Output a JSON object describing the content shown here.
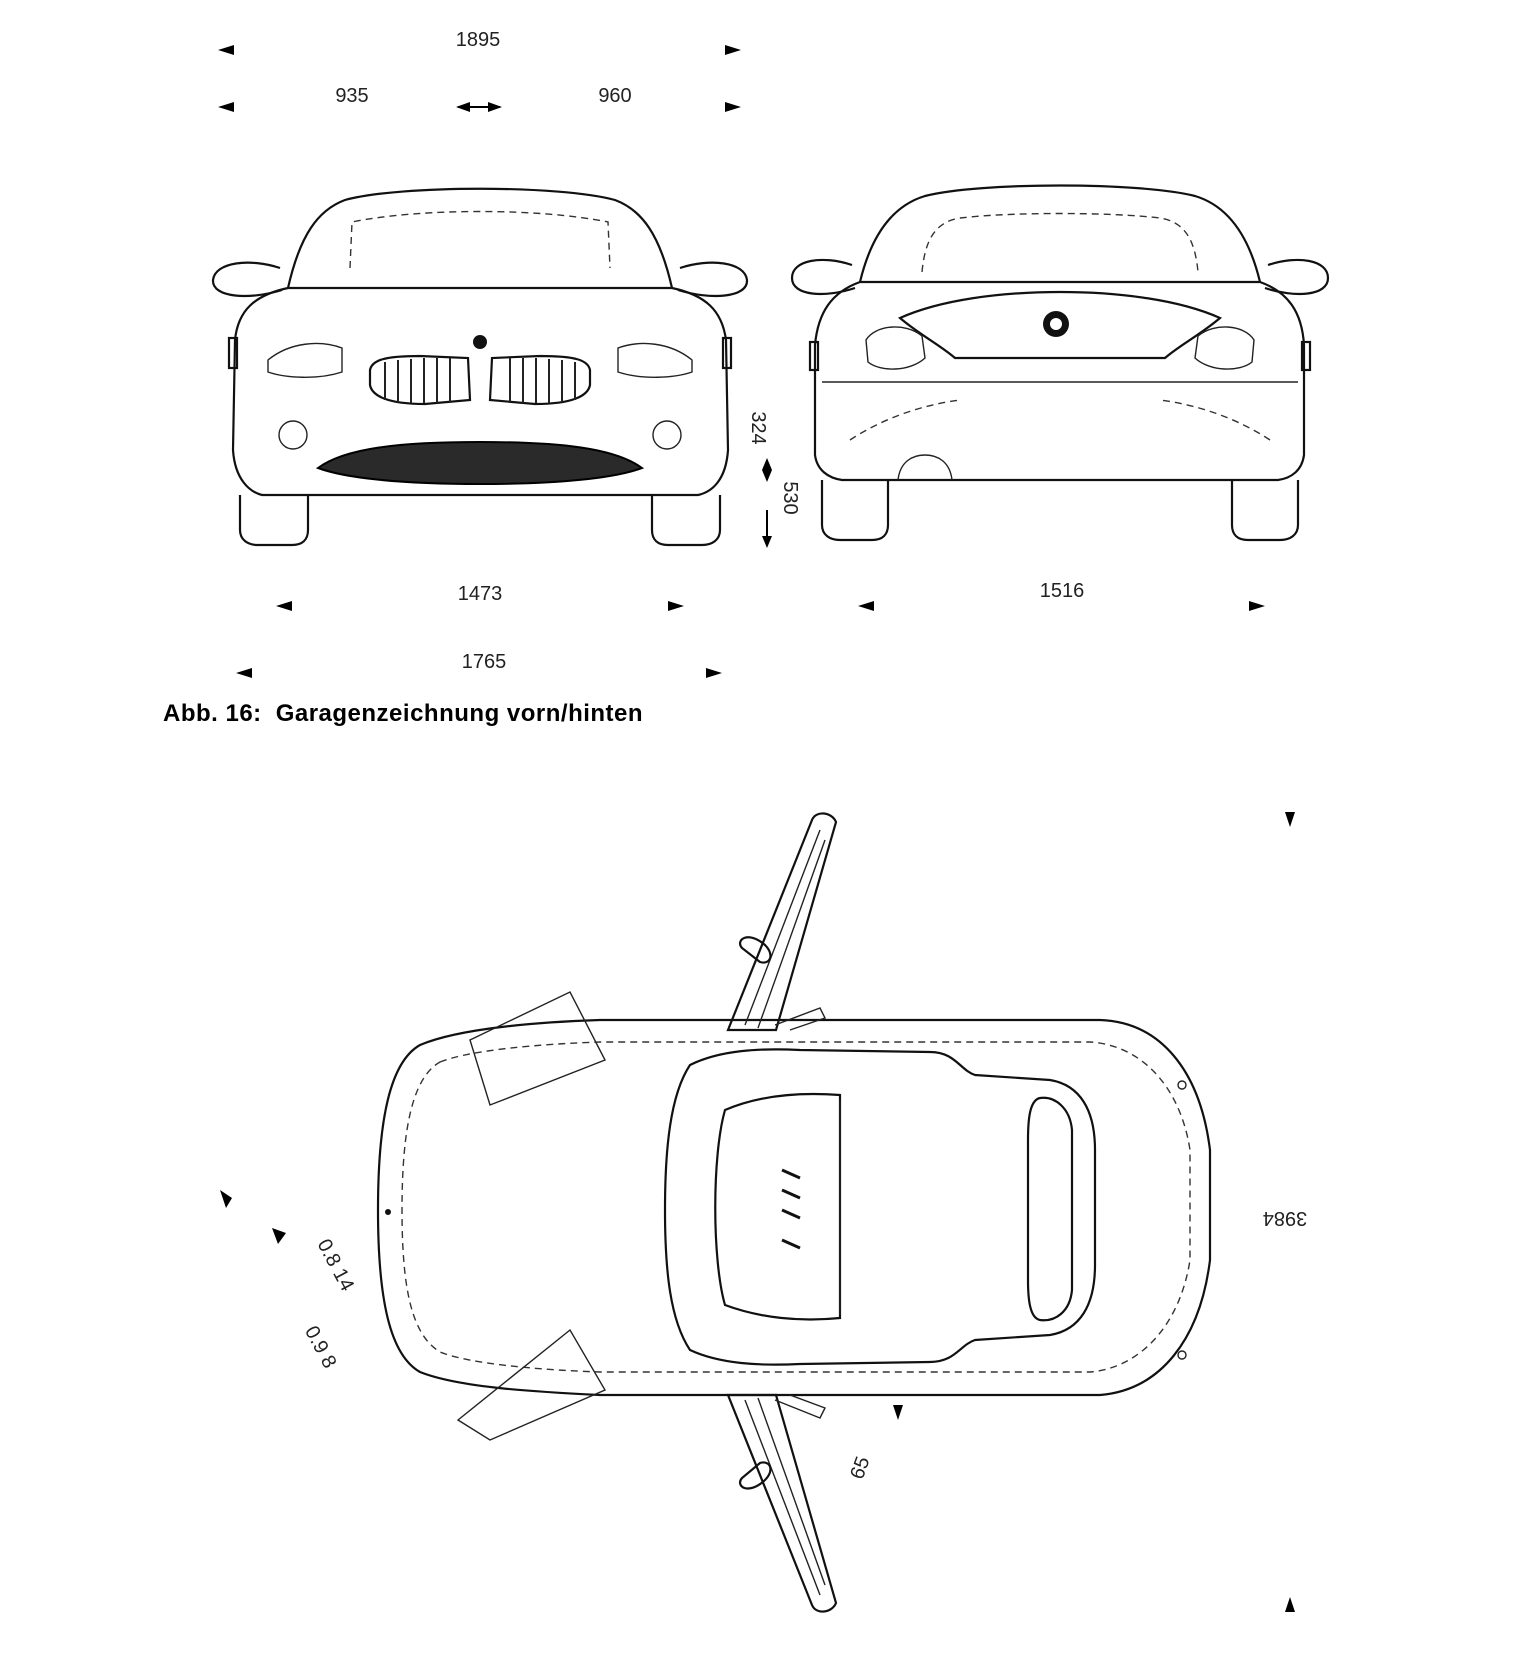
{
  "front_view": {
    "overall_width_mirrors": "1895",
    "half_width_left": "935",
    "half_width_right": "960",
    "height_upper": "324",
    "height_lower": "530",
    "track_front": "1473",
    "body_width": "1765"
  },
  "rear_view": {
    "track_rear": "1516"
  },
  "caption": {
    "prefix": "Abb. 16:",
    "text": "Garagenzeichnung vorn/hinten"
  },
  "top_view": {
    "length": "3984",
    "door_open_a": "0.8 14",
    "door_open_b": "0.9 8",
    "door_angle": "65"
  }
}
